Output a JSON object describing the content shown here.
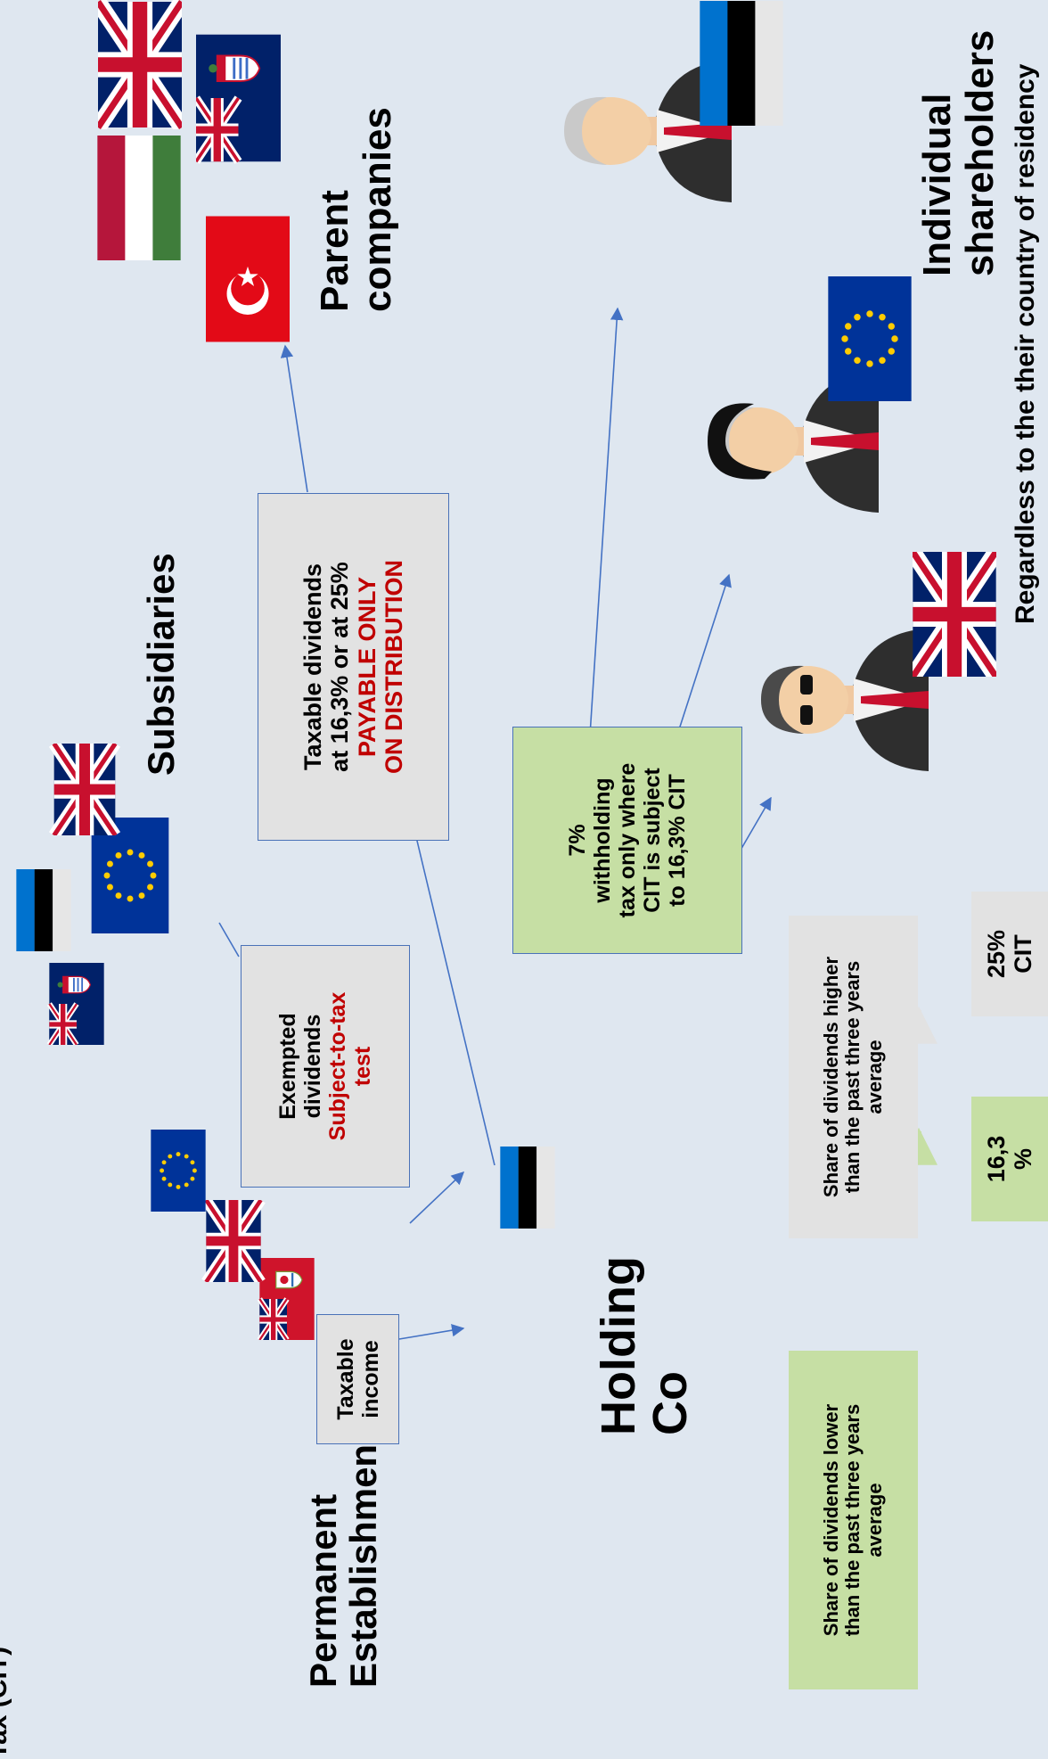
{
  "title_fragment": "Tax (CIT)",
  "labels": {
    "permanent_establishments": [
      "Permanent",
      "Establishments"
    ],
    "holding_co": [
      "Holding",
      "Co"
    ],
    "subsidiaries": "Subsidiaries",
    "parent_companies": [
      "Parent",
      "companies"
    ],
    "individual_shareholders": [
      "Individual",
      "shareholders"
    ],
    "residency_note": "Regardless to the their country of residency"
  },
  "boxes": {
    "taxable_income": [
      "Taxable",
      "income"
    ],
    "exempted": {
      "line1": "Exempted",
      "line2": "dividends",
      "red1": "Subject-to-tax",
      "red2": "test"
    },
    "taxable_dividends": {
      "line1": "Taxable dividends",
      "line2": "at 16,3% or at 25%",
      "red1": "PAYABLE ONLY",
      "red2": "ON DISTRIBUTION"
    },
    "withholding": [
      "7%",
      "withholding",
      "tax only where",
      "CIT is subject",
      "to 16,3% CIT"
    ],
    "share_lower": [
      "Share of dividends lower",
      "than the past three years",
      "average"
    ],
    "share_higher": [
      "Share of dividends higher",
      "than the past three years",
      "average"
    ],
    "rate_low": [
      "16,3",
      "%"
    ],
    "rate_high": [
      "25%",
      "CIT"
    ]
  },
  "colors": {
    "background": "#dfe7f0",
    "arrow": "#4472c4",
    "accent_red": "#c00000",
    "green_box": "#c6dfa4",
    "grey_box": "#e2e2e2",
    "double_arrow": "#2e7d1e"
  },
  "icons": {
    "flags": [
      "estonia-flag",
      "eu-flag",
      "uk-flag",
      "bermuda-flag",
      "cayman-flag",
      "hungary-flag",
      "turkey-flag"
    ],
    "people": [
      "businessman-grey-hair-icon",
      "businessman-black-hair-icon",
      "businessman-sunglasses-icon"
    ]
  }
}
